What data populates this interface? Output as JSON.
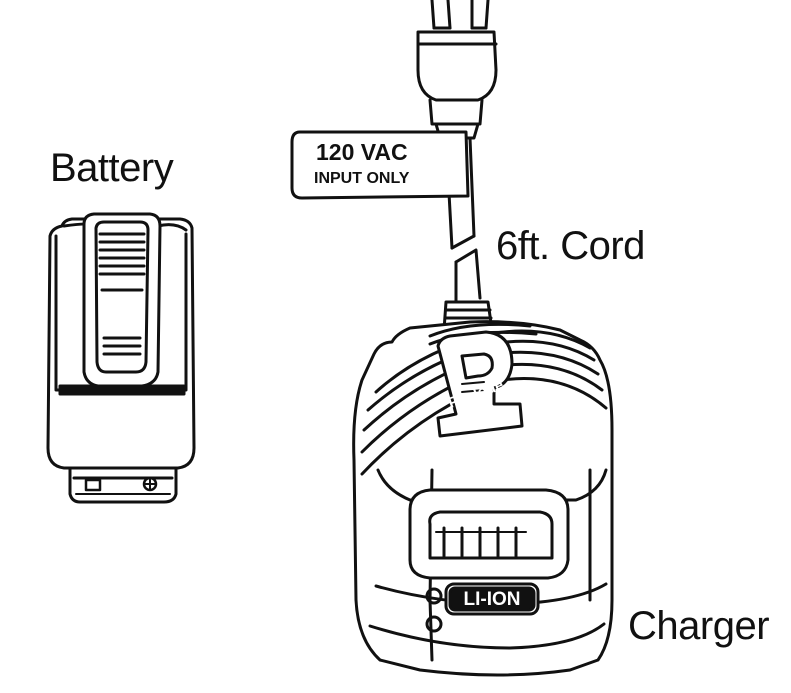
{
  "labels": {
    "battery": "Battery",
    "cord": "6ft. Cord",
    "charger": "Charger"
  },
  "plug_tag": {
    "line1": "120 VAC",
    "line2": "INPUT ONLY"
  },
  "charger": {
    "brand": "Paslode",
    "chemistry_badge": "LI-ION"
  },
  "colors": {
    "ink": "#111111",
    "paper": "#ffffff"
  }
}
